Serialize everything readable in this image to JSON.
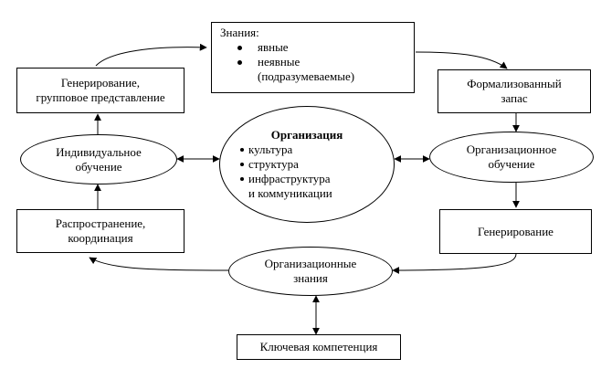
{
  "knowledge": {
    "title": "Знания:",
    "items": [
      "явные",
      "неявные"
    ],
    "note": "(подразумеваемые)"
  },
  "generation_group": {
    "lines": [
      "Генерирование,",
      "групповое представление"
    ]
  },
  "formalized_stock": {
    "lines": [
      "Формализованный",
      "запас"
    ]
  },
  "individual_learning": {
    "lines": [
      "Индивидуальное",
      "обучение"
    ]
  },
  "organization": {
    "title": "Организация",
    "items": [
      "культура",
      "структура",
      "инфраструктура"
    ],
    "continuation": "и коммуникации"
  },
  "org_learning": {
    "lines": [
      "Организационное",
      "обучение"
    ]
  },
  "distribution": {
    "lines": [
      "Распространение,",
      "координация"
    ]
  },
  "generation": {
    "label": "Генерирование"
  },
  "org_knowledge": {
    "lines": [
      "Организационные",
      "знания"
    ]
  },
  "core_competence": {
    "label": "Ключевая компетенция"
  },
  "colors": {
    "stroke": "#000000",
    "background": "#ffffff"
  }
}
